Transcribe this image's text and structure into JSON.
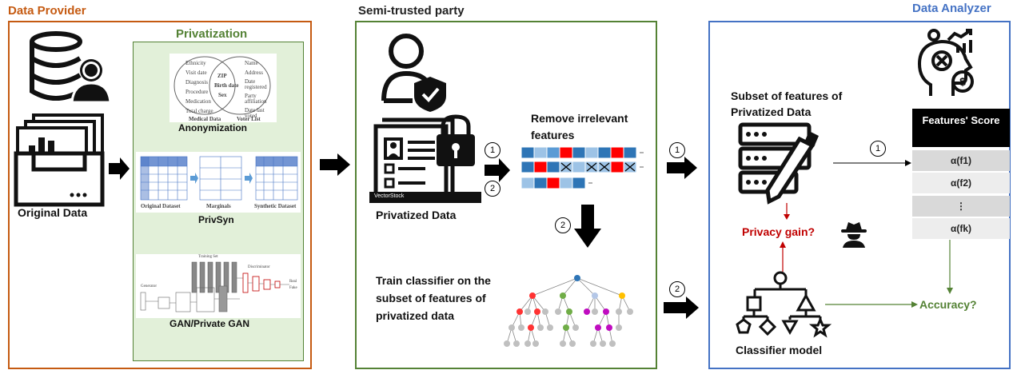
{
  "panels": {
    "provider": {
      "title": "Data Provider",
      "color": "#c55a11"
    },
    "semi": {
      "title": "Semi-trusted party",
      "color": "#548235"
    },
    "analyzer": {
      "title": "Data Analyzer",
      "color": "#4472c4"
    }
  },
  "privatization": {
    "title": "Privatization",
    "methods": [
      "Anonymization",
      "PrivSyn",
      "GAN/Private GAN"
    ],
    "venn": {
      "left_items": [
        "Ethnicity",
        "Visit date",
        "Diagnosis",
        "Procedure",
        "Medication",
        "Total charge"
      ],
      "center_items": [
        "ZIP",
        "Birth date",
        "Sex"
      ],
      "right_items": [
        "Name",
        "Address",
        "Date registered",
        "Party affiliation",
        "Date last voted"
      ],
      "left_label": "Medical Data",
      "right_label": "Voter List"
    },
    "privsyn_labels": [
      "Original Dataset",
      "Marginals",
      "Synthetic Dataset"
    ],
    "gan_labels": [
      "Discriminator",
      "Generator",
      "Training Set",
      "Real",
      "Fake"
    ]
  },
  "provider": {
    "original_data_label": "Original Data"
  },
  "semi": {
    "privatized_label": "Privatized Data",
    "watermark": "VectorStock",
    "remove_label": "Remove irrelevant features",
    "train_label": "Train classifier on the subset of features of privatized data",
    "step1": "1",
    "step2": "2"
  },
  "analyzer": {
    "subset_label": "Subset of features of Privatized Data",
    "privacy_gain": "Privacy gain?",
    "classifier_label": "Classifier model",
    "accuracy": "Accuracy?",
    "score_header": "Features' Score",
    "scores": [
      "α(f1)",
      "α(f2)",
      "⋮",
      "α(fk)"
    ],
    "step1": "1",
    "step2": "2"
  },
  "colors": {
    "red": "#c00000",
    "green": "#548235",
    "blue": "#4472c4",
    "orange": "#c55a11"
  }
}
